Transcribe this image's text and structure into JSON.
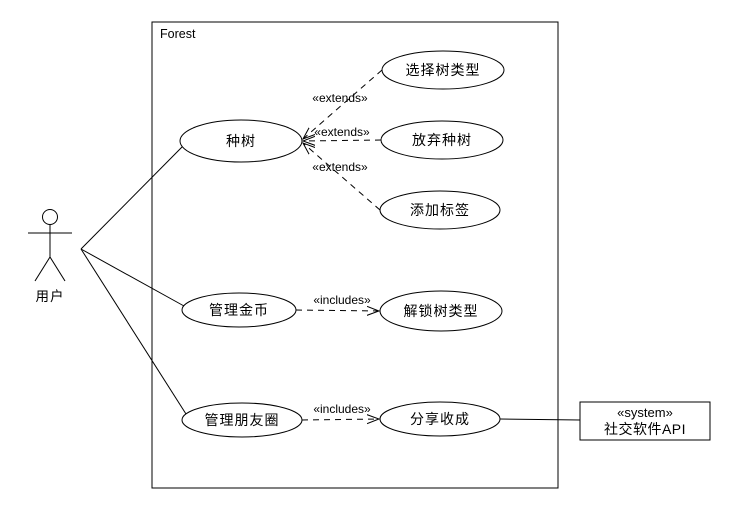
{
  "diagram": {
    "type": "uml-use-case-diagram",
    "system_boundary": {
      "label": "Forest"
    },
    "actor": {
      "label": "用户"
    },
    "use_cases": {
      "plant_tree": {
        "label": "种树"
      },
      "choose_tree_type": {
        "label": "选择树类型"
      },
      "abandon_planting": {
        "label": "放弃种树"
      },
      "add_tag": {
        "label": "添加标签"
      },
      "manage_coins": {
        "label": "管理金币"
      },
      "unlock_tree_type": {
        "label": "解锁树类型"
      },
      "manage_moments": {
        "label": "管理朋友圈"
      },
      "share_harvest": {
        "label": "分享收成"
      }
    },
    "external_system": {
      "stereotype": "«system»",
      "label": "社交软件API"
    },
    "labels": {
      "extends": "«extends»",
      "includes": "«includes»"
    },
    "relationships": [
      {
        "from": "用户",
        "to": "种树",
        "type": "association"
      },
      {
        "from": "用户",
        "to": "管理金币",
        "type": "association"
      },
      {
        "from": "用户",
        "to": "管理朋友圈",
        "type": "association"
      },
      {
        "from": "选择树类型",
        "to": "种树",
        "type": "extends"
      },
      {
        "from": "放弃种树",
        "to": "种树",
        "type": "extends"
      },
      {
        "from": "添加标签",
        "to": "种树",
        "type": "extends"
      },
      {
        "from": "管理金币",
        "to": "解锁树类型",
        "type": "includes"
      },
      {
        "from": "管理朋友圈",
        "to": "分享收成",
        "type": "includes"
      },
      {
        "from": "分享收成",
        "to": "社交软件API",
        "type": "association"
      }
    ],
    "colors": {
      "stroke": "#000000",
      "background": "#ffffff",
      "text": "#000000"
    }
  }
}
